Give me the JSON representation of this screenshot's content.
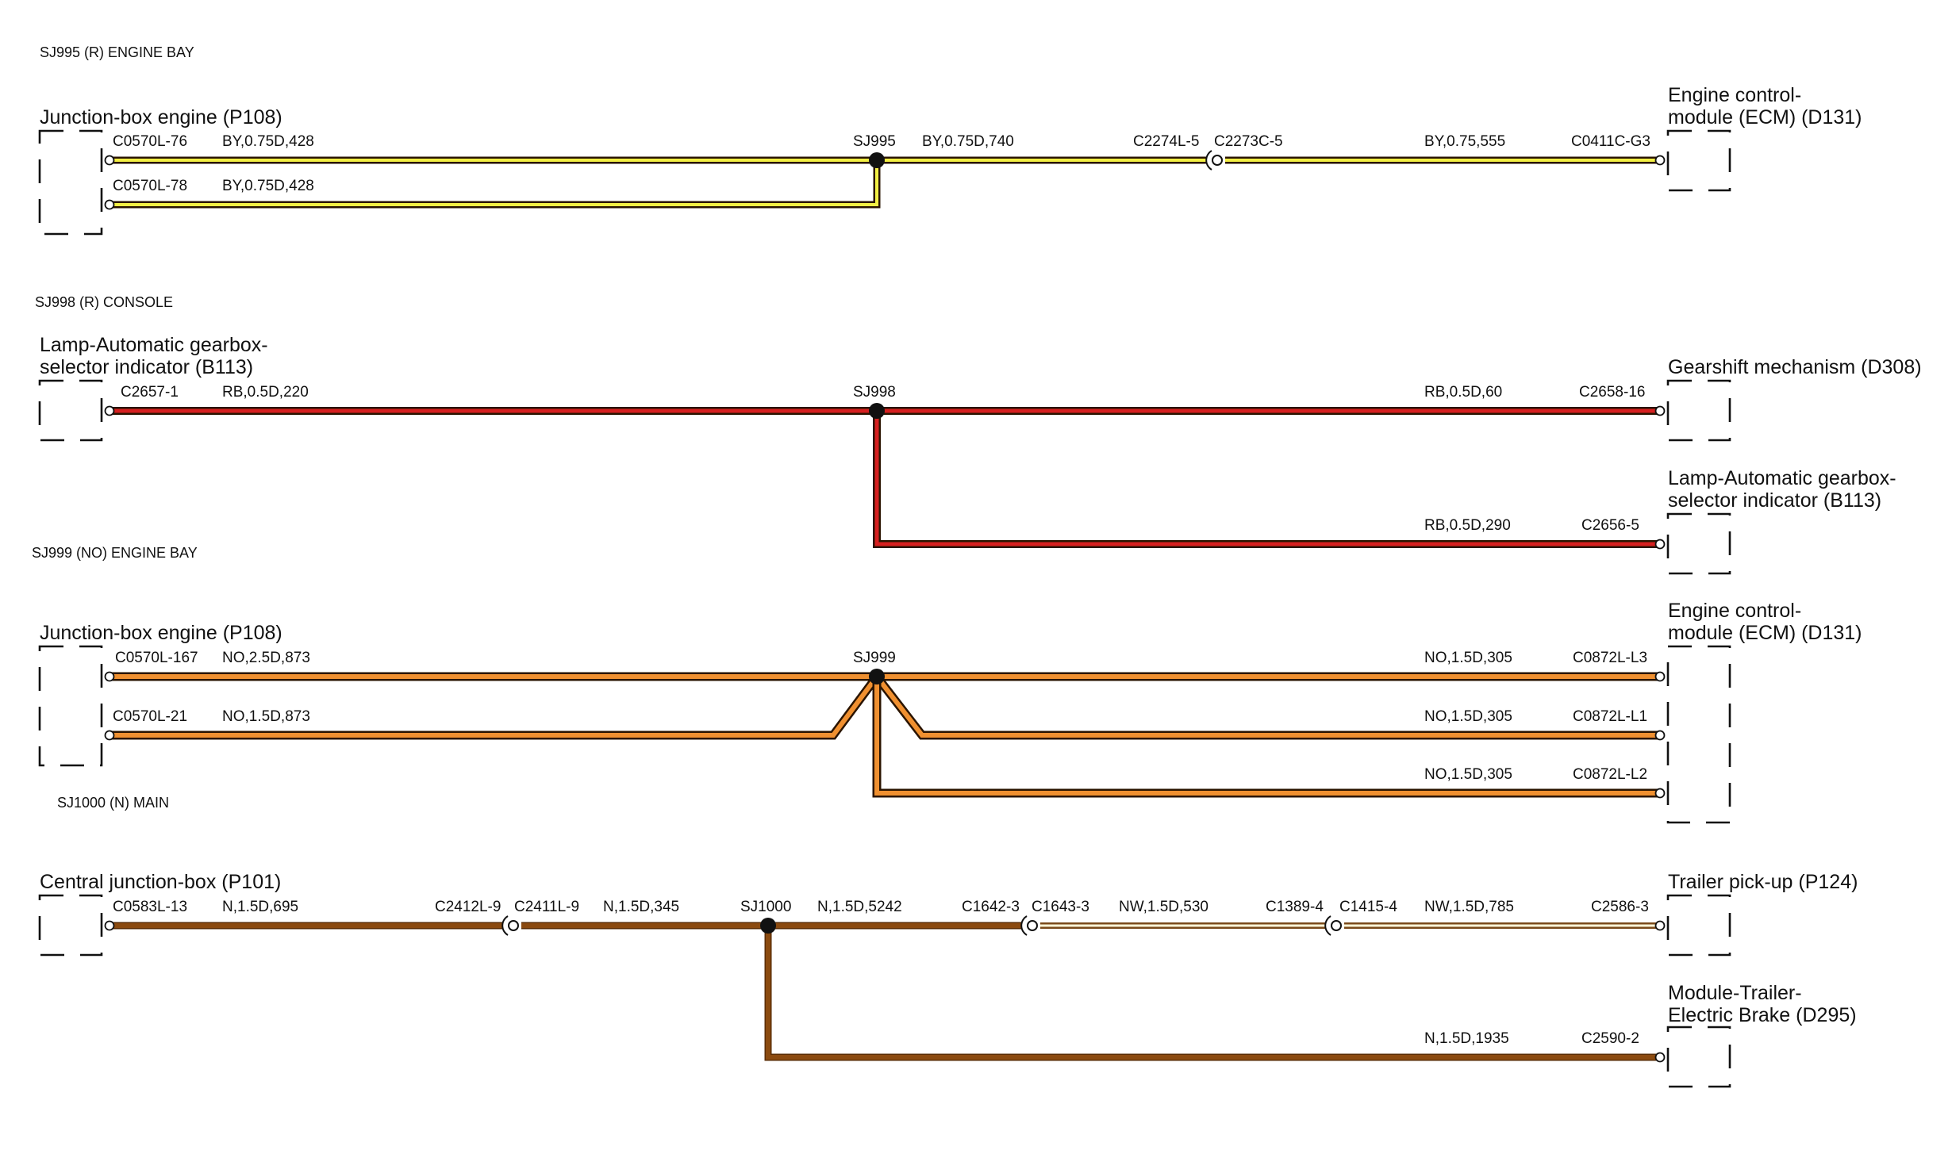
{
  "colors": {
    "yellow_core": "#f2ef44",
    "red_core": "#d62020",
    "orange_core": "#f09030",
    "brown_core": "#8b4a0f",
    "white_core": "#fff7d8",
    "outline": "#2a1400",
    "ink": "#111111"
  },
  "sections": [
    {
      "title": "SJ995 (R) ENGINE BAY",
      "components": [
        "Junction-box engine (P108)",
        "Engine control-",
        "module (ECM) (D131)"
      ],
      "splice": "SJ995",
      "labels": [
        "C0570L-76",
        "BY,0.75D,428",
        "C0570L-78",
        "BY,0.75D,428",
        "BY,0.75D,740",
        "C2274L-5",
        "C2273C-5",
        "BY,0.75,555",
        "C0411C-G3"
      ]
    },
    {
      "title": "SJ998 (R) CONSOLE",
      "components": [
        "Lamp-Automatic gearbox-",
        "selector indicator (B113)",
        "Gearshift mechanism (D308)",
        "Lamp-Automatic gearbox-",
        "selector indicator (B113)"
      ],
      "splice": "SJ998",
      "labels": [
        "C2657-1",
        "RB,0.5D,220",
        "RB,0.5D,60",
        "C2658-16",
        "RB,0.5D,290",
        "C2656-5"
      ]
    },
    {
      "title": "SJ999 (NO) ENGINE BAY",
      "components": [
        "Junction-box engine (P108)",
        "Engine control-",
        "module (ECM) (D131)"
      ],
      "splice": "SJ999",
      "labels": [
        "C0570L-167",
        "NO,2.5D,873",
        "C0570L-21",
        "NO,1.5D,873",
        "NO,1.5D,305",
        "C0872L-L3",
        "NO,1.5D,305",
        "C0872L-L1",
        "NO,1.5D,305",
        "C0872L-L2"
      ]
    },
    {
      "title": "SJ1000 (N) MAIN",
      "components": [
        "Central junction-box (P101)",
        "Trailer pick-up (P124)",
        "Module-Trailer-",
        "Electric Brake (D295)"
      ],
      "splice": "SJ1000",
      "labels": [
        "C0583L-13",
        "N,1.5D,695",
        "C2412L-9",
        "C2411L-9",
        "N,1.5D,345",
        "N,1.5D,5242",
        "C1642-3",
        "C1643-3",
        "NW,1.5D,530",
        "C1389-4",
        "C1415-4",
        "NW,1.5D,785",
        "C2586-3",
        "N,1.5D,1935",
        "C2590-2"
      ]
    }
  ]
}
